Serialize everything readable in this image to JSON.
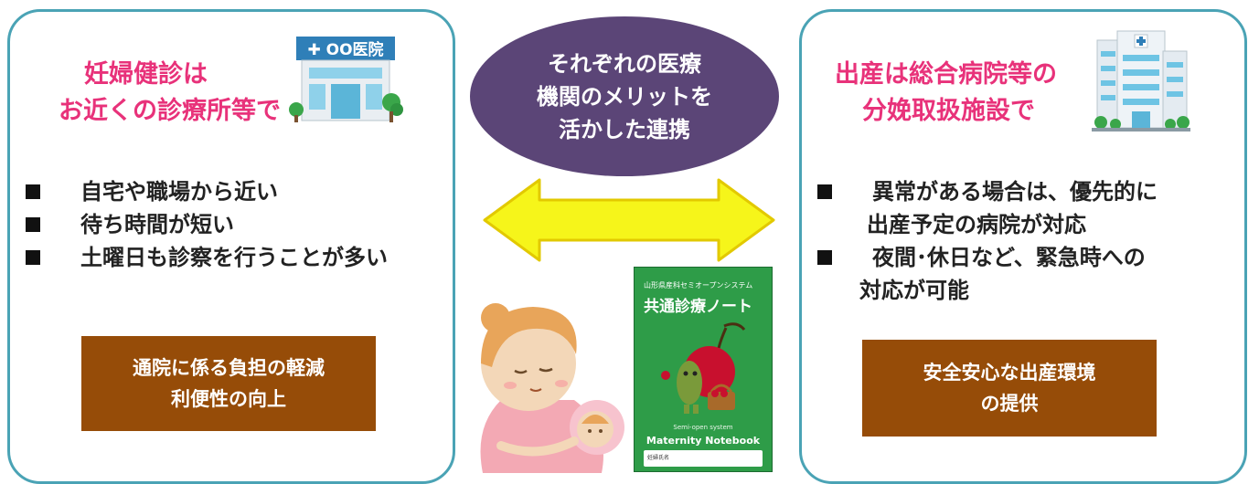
{
  "left": {
    "heading": [
      "妊婦健診は",
      "お近くの診療所等で"
    ],
    "clinic_sign": "✚ OO医院",
    "bullets": [
      "自宅や職場から近い",
      "待ち時間が短い",
      "土曜日も診察を行うことが多い"
    ],
    "result": [
      "通院に係る負担の軽減",
      "利便性の向上"
    ]
  },
  "center": {
    "oval": [
      "それぞれの医療",
      "機関のメリットを",
      "活かした連携"
    ],
    "notebook": {
      "subtitle": "山形県産科セミオープンシステム",
      "title": "共通診療ノート",
      "en_subtitle": "Semi-open system",
      "en_title": "Maternity Notebook",
      "field_label": "妊婦氏名"
    }
  },
  "right": {
    "heading": [
      "出産は総合病院等の",
      "分娩取扱施設で"
    ],
    "bullets": [
      {
        "lines": [
          "異常がある場合は、優先的に",
          "出産予定の病院が対応"
        ]
      },
      {
        "lines": [
          "夜間･休日など、緊急時への",
          "対応が可能"
        ]
      }
    ],
    "result": [
      "安全安心な出産環境",
      "の提供"
    ]
  },
  "colors": {
    "panel_border": "#4aa3b5",
    "heading": "#e8327a",
    "result_box": "#964c08",
    "oval": "#5b4577",
    "arrow": "#f6f51a",
    "notebook": "#2e9c48"
  },
  "icons": [
    "clinic-icon",
    "hospital-icon",
    "double-arrow-icon",
    "pregnant-woman-illustration",
    "maternity-notebook-image"
  ]
}
